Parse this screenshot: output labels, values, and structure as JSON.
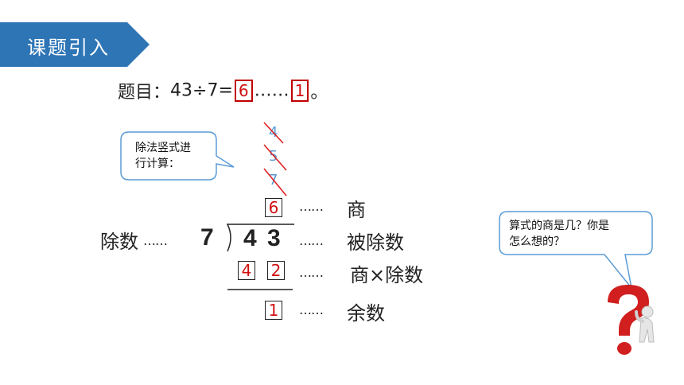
{
  "header": {
    "title": "课题引入",
    "banner_color": "#2e75b6"
  },
  "question": {
    "prefix": "题目：",
    "expression": "43÷7=",
    "quotient": "6",
    "ellipsis": "……",
    "remainder": "1",
    "end_mark": "。"
  },
  "left_bubble": {
    "line1": "除法竖式进",
    "line2": "行计算："
  },
  "right_bubble": {
    "line1": "算式的商是几？你是",
    "line2": "怎么想的？"
  },
  "trial_digits": [
    "4",
    "5",
    "7"
  ],
  "division": {
    "divisor": "7",
    "dividend_tens": "4",
    "dividend_ones": "3",
    "quotient": "6",
    "product_tens": "4",
    "product_ones": "2",
    "remainder": "1"
  },
  "labels": {
    "divisor_label": "除数",
    "divisor_dots": "……",
    "quotient_dots": "……",
    "quotient_label": "商",
    "dividend_dots": "……",
    "dividend_label": "被除数",
    "product_dots": "……",
    "product_label": "商×除数",
    "remainder_dots": "……",
    "remainder_label": "余数"
  },
  "colors": {
    "accent_red": "#d01010",
    "bubble_border": "#5b9bd5",
    "trial_blue": "#5b9bd5",
    "strike_red": "#e02020"
  }
}
